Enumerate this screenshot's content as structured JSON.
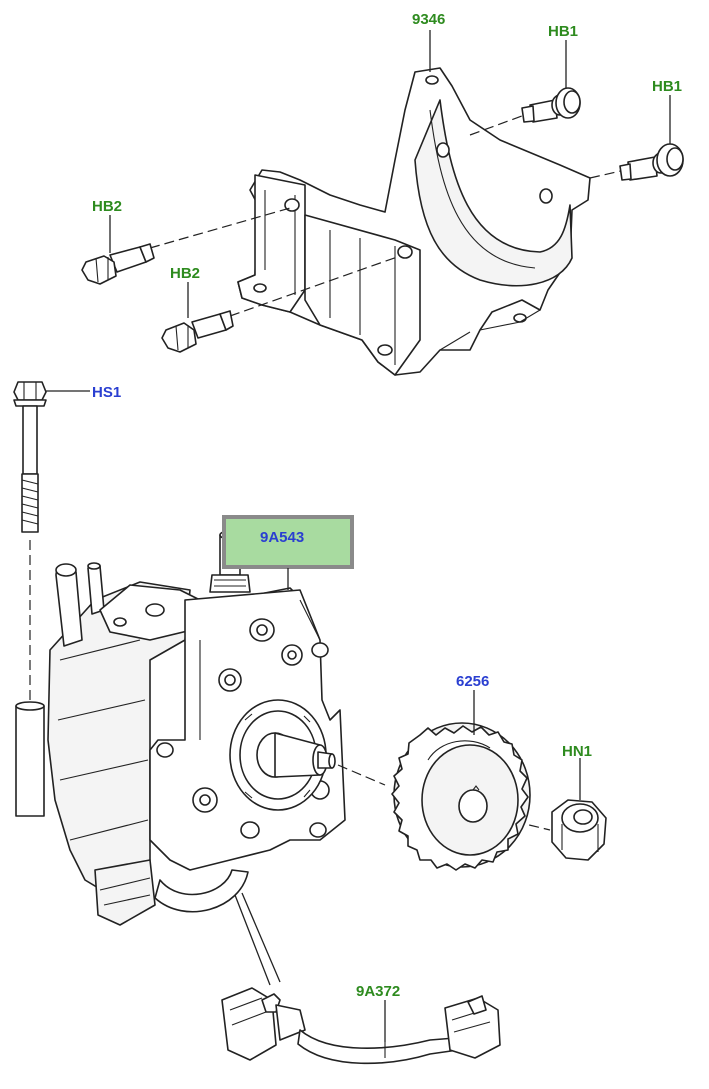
{
  "callouts": {
    "bracket": {
      "text": "9346",
      "color": "#2e8b1f"
    },
    "hb1_upper": {
      "text": "HB1",
      "color": "#2e8b1f"
    },
    "hb1_lower": {
      "text": "HB1",
      "color": "#2e8b1f"
    },
    "hb2_upper": {
      "text": "HB2",
      "color": "#2e8b1f"
    },
    "hb2_lower": {
      "text": "HB2",
      "color": "#2e8b1f"
    },
    "hs1": {
      "text": "HS1",
      "color": "#2a3fd1"
    },
    "pump": {
      "text": "9A543",
      "color": "#2a3fd1",
      "highlighted": true,
      "highlight_color": "#a8dba0"
    },
    "gear": {
      "text": "6256",
      "color": "#2a3fd1"
    },
    "nut": {
      "text": "HN1",
      "color": "#2e8b1f"
    },
    "harness": {
      "text": "9A372",
      "color": "#2e8b1f"
    }
  },
  "icons": [
    "bracket-drawing",
    "bolt-drawing",
    "pump-drawing",
    "gear-drawing",
    "nut-drawing",
    "harness-drawing"
  ]
}
